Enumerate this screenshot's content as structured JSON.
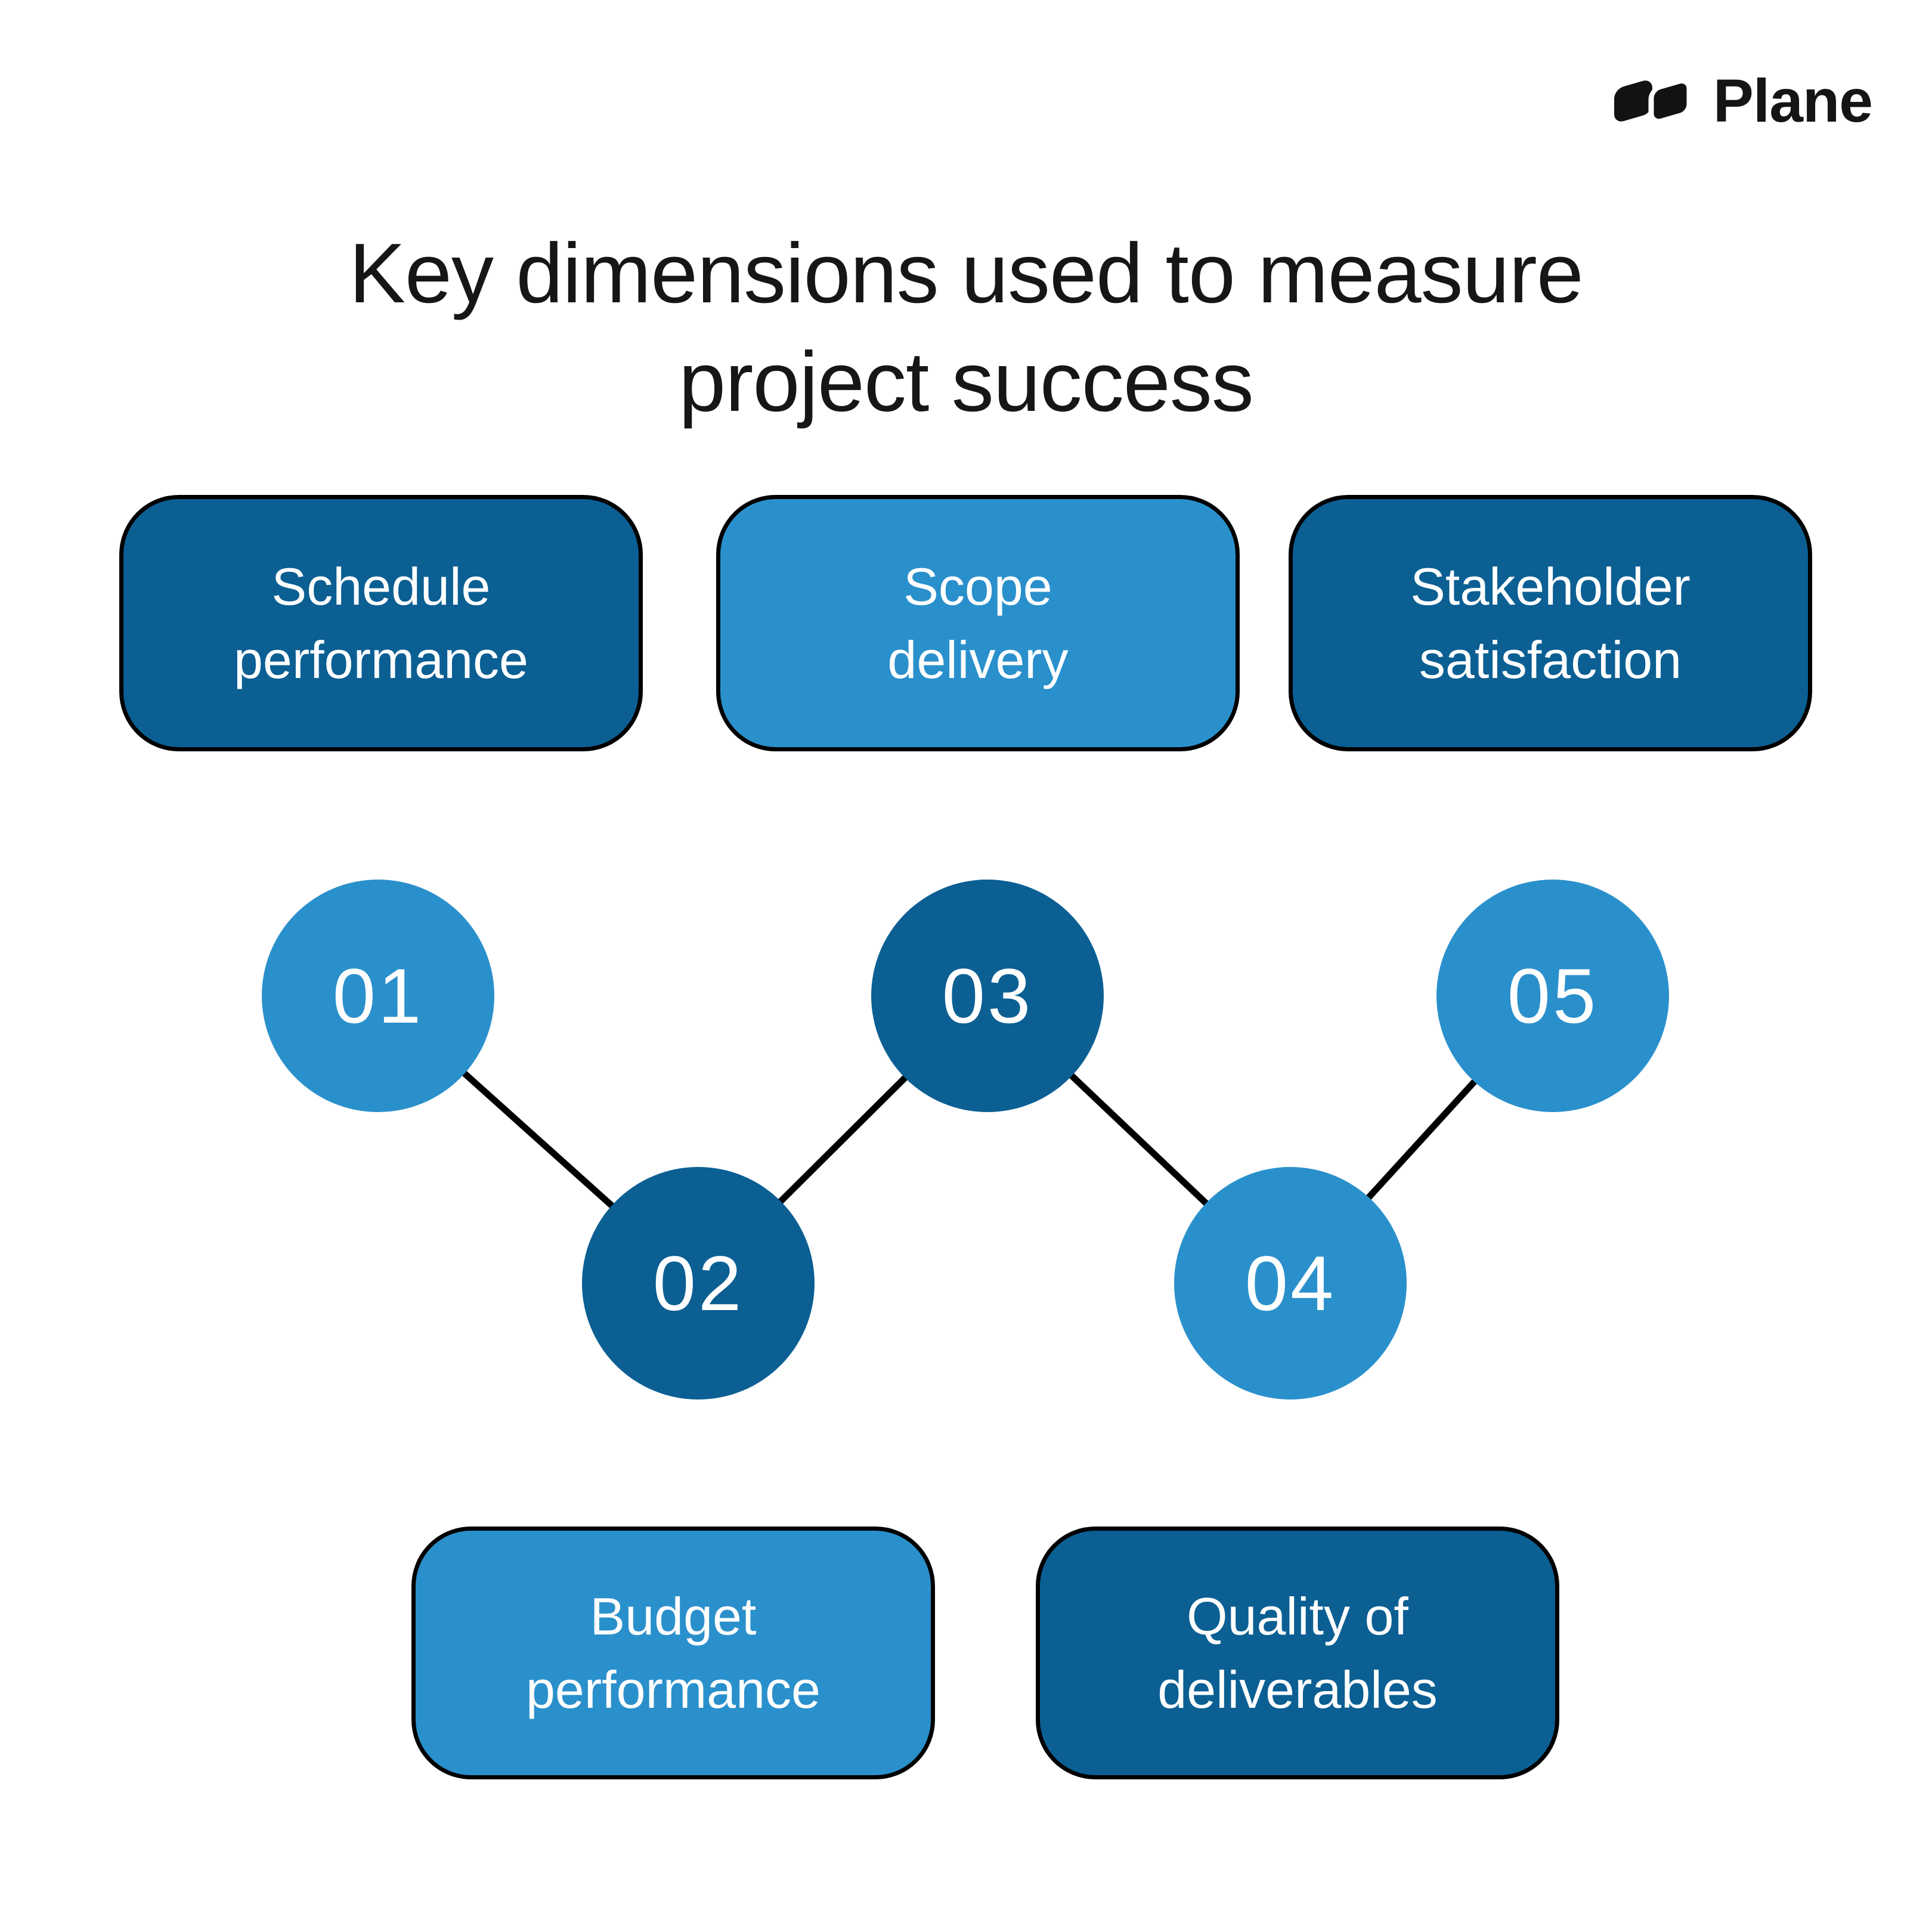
{
  "brand": {
    "name": "Plane"
  },
  "title": {
    "full": "Key dimensions used to measure project success",
    "line1": "Key dimensions used to measure",
    "line2": "project success"
  },
  "colors": {
    "dark_blue": "#0B5F93",
    "light_blue": "#2A90CC",
    "box_border": "#000000",
    "connector_line": "#000000",
    "box_text": "#FFFFFF",
    "title_text": "#161616",
    "background": "#FFFFFF"
  },
  "top_boxes": [
    {
      "label": "Schedule performance",
      "line1": "Schedule",
      "line2": "performance",
      "tone": "dark"
    },
    {
      "label": "Scope delivery",
      "line1": "Scope",
      "line2": "delivery",
      "tone": "light"
    },
    {
      "label": "Stakeholder satisfaction",
      "line1": "Stakeholder",
      "line2": "satisfaction",
      "tone": "dark"
    }
  ],
  "steps": [
    {
      "number": "01",
      "tone": "light"
    },
    {
      "number": "02",
      "tone": "dark"
    },
    {
      "number": "03",
      "tone": "dark"
    },
    {
      "number": "04",
      "tone": "light"
    },
    {
      "number": "05",
      "tone": "light"
    }
  ],
  "bottom_boxes": [
    {
      "label": "Budget performance",
      "line1": "Budget",
      "line2": "performance",
      "tone": "light"
    },
    {
      "label": "Quality of deliverables",
      "line1": "Quality of",
      "line2": "deliverables",
      "tone": "dark"
    }
  ]
}
